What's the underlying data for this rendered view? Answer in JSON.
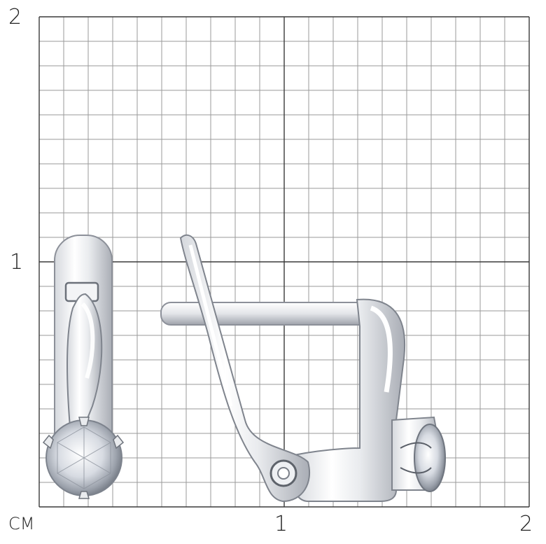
{
  "ruler": {
    "unit": "CM",
    "y_labels": [
      "2",
      "1"
    ],
    "x_labels": [
      "1",
      "2"
    ]
  },
  "colors": {
    "grid_minor": "#9a9a9a",
    "grid_major": "#3a3a3a",
    "metal_light": "#f7f7f9",
    "metal_mid": "#c9ccd2",
    "metal_dark": "#5c6068",
    "outline": "#8c9099"
  },
  "items": {
    "front_view": "earring-front-view",
    "side_view": "earring-side-view"
  }
}
